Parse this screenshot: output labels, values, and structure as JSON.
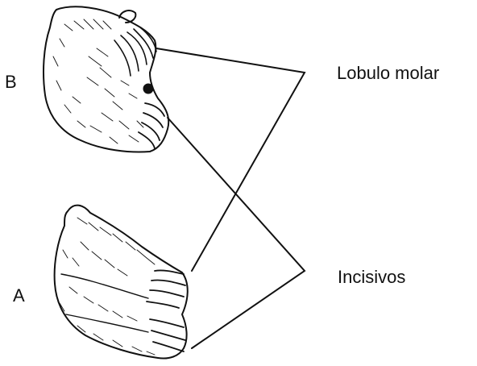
{
  "figure": {
    "panel_b_letter": "B",
    "panel_a_letter": "A",
    "label_molar": "Lobulo molar",
    "label_incisors": "Incisivos",
    "ink_color": "#111111",
    "background_color": "#ffffff"
  }
}
